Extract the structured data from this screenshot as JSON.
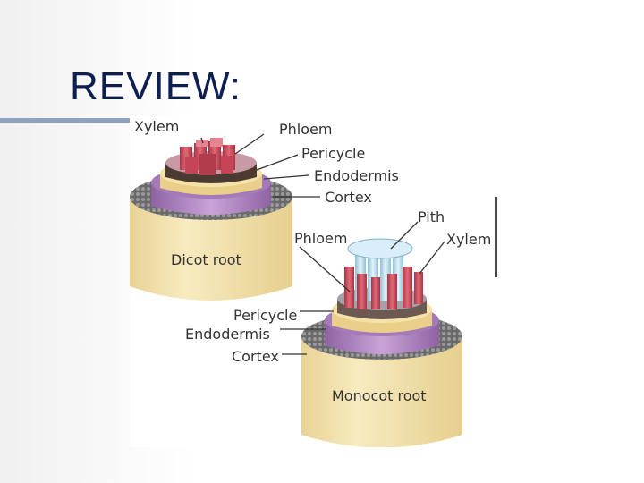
{
  "slide": {
    "title": "REVIEW:"
  },
  "diagram": {
    "dicot": {
      "caption": "Dicot root",
      "labels": {
        "xylem": "Xylem",
        "phloem": "Phloem",
        "pericycle": "Pericycle",
        "endodermis": "Endodermis",
        "cortex": "Cortex"
      }
    },
    "monocot": {
      "caption": "Monocot root",
      "labels": {
        "pith": "Pith",
        "phloem": "Phloem",
        "xylem": "Xylem",
        "pericycle": "Pericycle",
        "endodermis": "Endodermis",
        "cortex": "Cortex"
      }
    },
    "colors": {
      "cortex": "#f4e3ae",
      "cortex_shade": "#e2cc88",
      "cortex_top": "#5a5a5a",
      "endodermis": "#b48bc6",
      "pericycle": "#f0d89a",
      "xylem": "#d24b5e",
      "phloem_tissue": "#f2d78f",
      "pith": "#bfe0f0"
    }
  }
}
